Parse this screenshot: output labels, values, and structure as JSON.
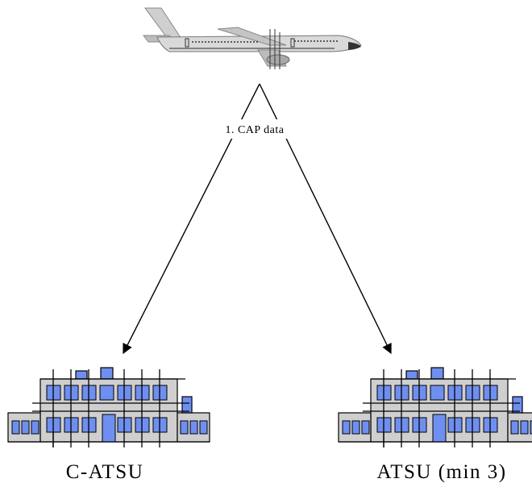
{
  "diagram": {
    "aircraft": {
      "icon": "airplane-icon"
    },
    "message": {
      "label": "1. CAP data"
    },
    "stations": [
      {
        "label": "C-ATSU",
        "icon": "building-icon"
      },
      {
        "label": "ATSU (min 3)",
        "icon": "building-icon"
      }
    ],
    "colors": {
      "window": "#6f8ff0",
      "line": "#000000",
      "fuselage": "#c8c8c8"
    }
  }
}
